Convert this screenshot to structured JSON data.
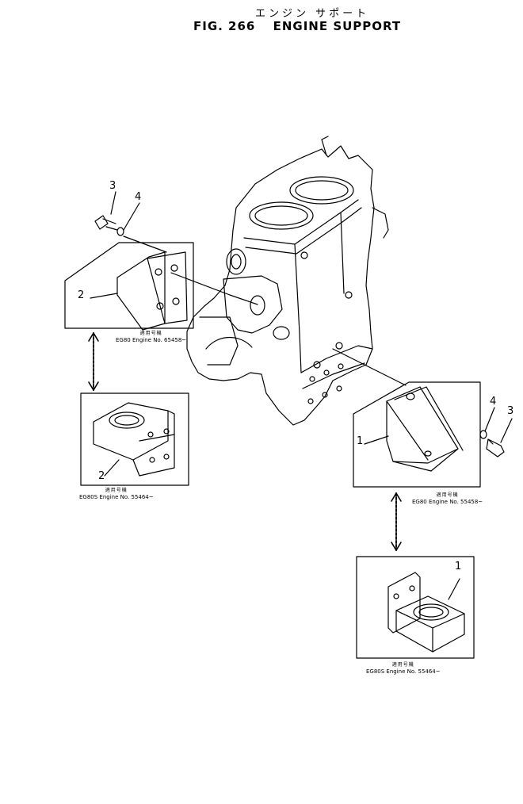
{
  "header": {
    "title_jp": "エンジン サポート",
    "fig_number": "FIG. 266",
    "title": "ENGINE SUPPORT"
  },
  "callouts": {
    "part_1": "1",
    "part_2": "2",
    "part_3": "3",
    "part_4": "4"
  },
  "applicability": {
    "label_jp": "適用号機",
    "eg80_left": "EG80 Engine No. 65458~",
    "eg80s_left": "EG80S Engine No. 55464~",
    "eg80_right": "EG80 Engine No. 55458~",
    "eg80s_right": "EG80S Engine No. 55464~"
  }
}
